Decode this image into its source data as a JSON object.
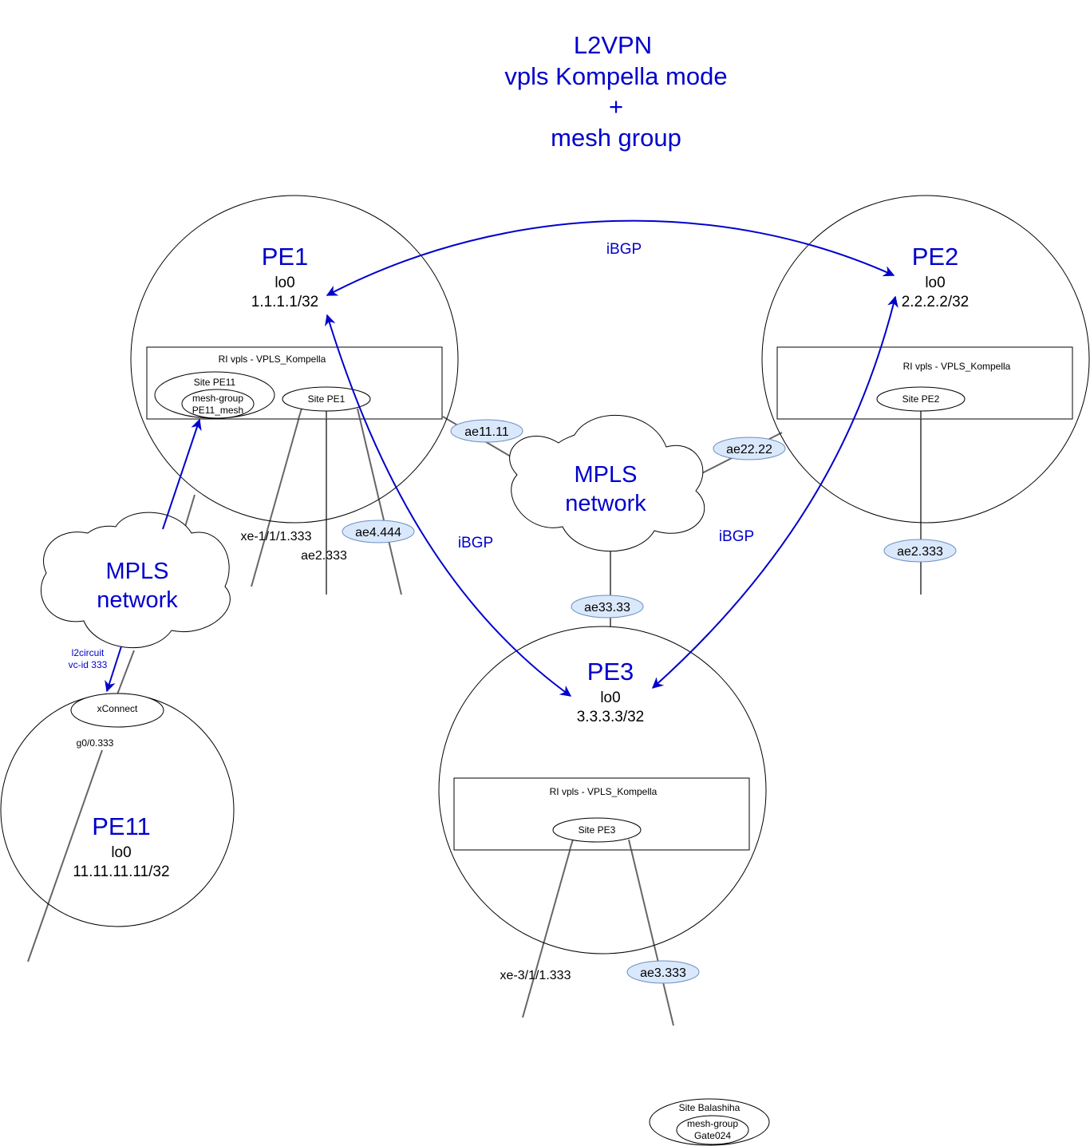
{
  "title": {
    "line1": "L2VPN",
    "line2": "vpls Kompella mode",
    "line3": "+",
    "line4": "mesh group"
  },
  "routers": {
    "pe1": {
      "name": "PE1",
      "lo": "lo0",
      "ip": "1.1.1.1/32",
      "ri": "RI vpls - VPLS_Kompella"
    },
    "pe2": {
      "name": "PE2",
      "lo": "lo0",
      "ip": "2.2.2.2/32",
      "ri": "RI vpls - VPLS_Kompella"
    },
    "pe3": {
      "name": "PE3",
      "lo": "lo0",
      "ip": "3.3.3.3/32",
      "ri": "RI vpls - VPLS_Kompella"
    },
    "pe11": {
      "name": "PE11",
      "lo": "lo0",
      "ip": "11.11.11.11/32"
    }
  },
  "sites": {
    "pe11_site": "Site PE11",
    "pe11_mesh_1": "mesh-group",
    "pe11_mesh_2": "PE11_mesh",
    "pe1_site": "Site PE1",
    "pe2_site": "Site PE2",
    "pe3_site": "Site PE3",
    "xconnect": "xConnect",
    "balashiha": "Site Balashiha",
    "balashiha_mesh_1": "mesh-group",
    "balashiha_mesh_2": "Gate024"
  },
  "clouds": {
    "center_1": "MPLS",
    "center_2": "network",
    "left_1": "MPLS",
    "left_2": "network"
  },
  "interfaces": {
    "ae11": "ae11.11",
    "ae22": "ae22.22",
    "ae33": "ae33.33",
    "ae4": "ae4.444",
    "ae2_pe1": "ae2.333",
    "xe_pe1": "xe-1/1/1.333",
    "ae2_pe2": "ae2.333",
    "ae3": "ae3.333",
    "xe_pe3": "xe-3/1/1.333",
    "g0": "g0/0.333"
  },
  "links": {
    "ibgp_top": "iBGP",
    "ibgp_left": "iBGP",
    "ibgp_right": "iBGP",
    "l2circuit_1": "l2circuit",
    "l2circuit_2": "vc-id 333"
  },
  "colors": {
    "accent": "#0000cc",
    "line_gray": "#666666",
    "badge_fill": "#dae8fc",
    "badge_stroke": "#6c8ebf"
  }
}
